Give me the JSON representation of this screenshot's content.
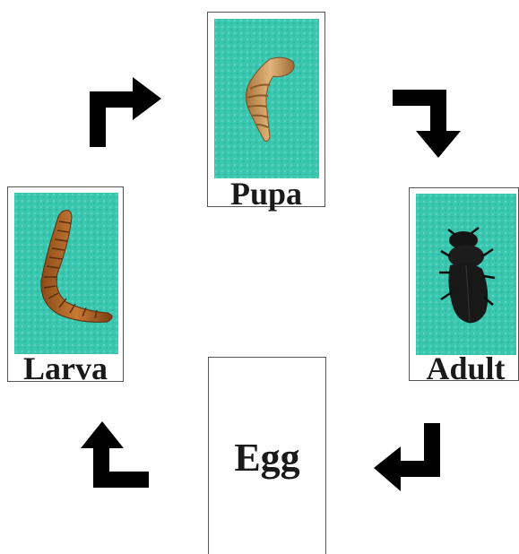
{
  "stages": {
    "pupa": {
      "label": "Pupa",
      "photo": "pupa-photo"
    },
    "larva": {
      "label": "Larva",
      "photo": "larva-photo"
    },
    "adult": {
      "label": "Adult",
      "photo": "beetle-photo"
    },
    "egg": {
      "label": "Egg"
    }
  },
  "colors": {
    "photo_background": "#39c7b0",
    "arrow": "#000000",
    "border": "#555555"
  },
  "arrows": [
    "bent-arrow-up-right-icon",
    "bent-arrow-right-down-icon",
    "bent-arrow-down-left-icon",
    "bent-arrow-left-up-icon"
  ]
}
